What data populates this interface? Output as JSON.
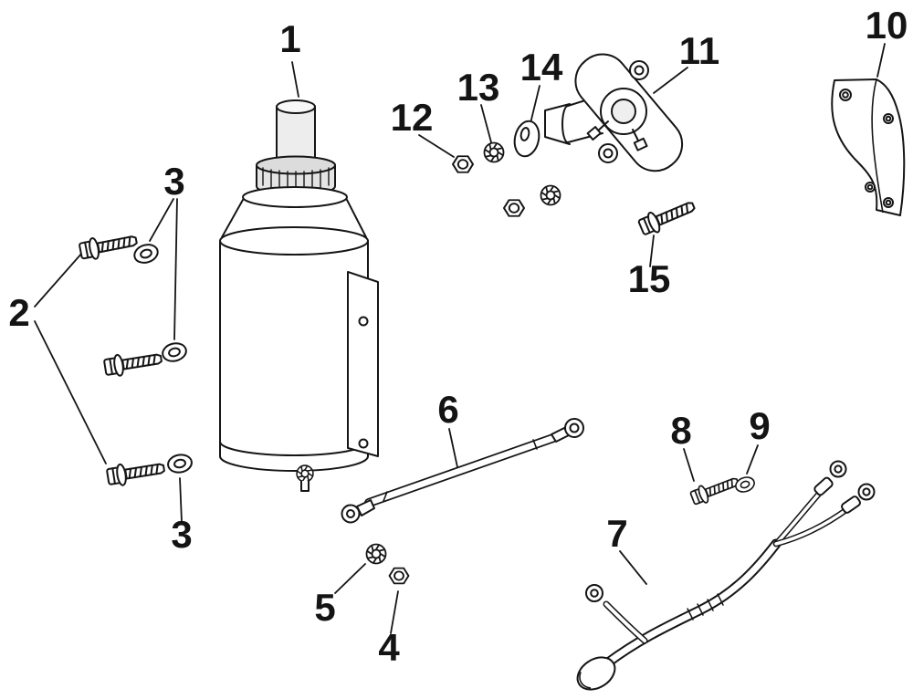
{
  "colors": {
    "background": "#ffffff",
    "ink": "#151515",
    "shade": "#e4e4e4"
  },
  "diagram": {
    "kind": "exploded-parts-diagram",
    "subject": "electric starter motor assembly",
    "callouts": [
      {
        "label": "1",
        "part": "starter-motor"
      },
      {
        "label": "2",
        "part": "mounting-bolts"
      },
      {
        "label": "3",
        "part": "washers-upper-pair"
      },
      {
        "label": "3",
        "part": "washer-lower"
      },
      {
        "label": "4",
        "part": "hex-nut"
      },
      {
        "label": "5",
        "part": "lock-washer"
      },
      {
        "label": "6",
        "part": "starter-cable"
      },
      {
        "label": "7",
        "part": "wiring-harness"
      },
      {
        "label": "8",
        "part": "flange-bolt"
      },
      {
        "label": "9",
        "part": "washer"
      },
      {
        "label": "10",
        "part": "mounting-bracket"
      },
      {
        "label": "11",
        "part": "starter-solenoid"
      },
      {
        "label": "12",
        "part": "hex-nut"
      },
      {
        "label": "13",
        "part": "lock-washer"
      },
      {
        "label": "14",
        "part": "flat-washer"
      },
      {
        "label": "15",
        "part": "flange-bolt"
      }
    ]
  }
}
